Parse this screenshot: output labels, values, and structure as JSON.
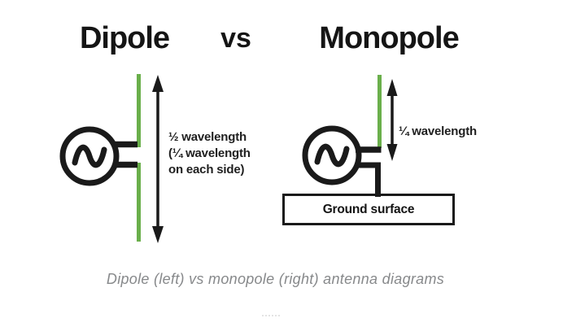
{
  "title": {
    "left": "Dipole",
    "separator": "vs",
    "right": "Monopole"
  },
  "dipole": {
    "label_line1": "½ wavelength",
    "label_line2": "(¼ wavelength",
    "label_line3": "on each side)"
  },
  "monopole": {
    "label": "¼ wavelength",
    "ground_label": "Ground surface"
  },
  "caption": "Dipole (left) vs monopole (right) antenna diagrams",
  "colors": {
    "antenna_green": "#6aaf4b",
    "ink_black": "#1a1a1a",
    "ground_fill": "#d9d9d9",
    "caption_gray": "#87898b"
  }
}
